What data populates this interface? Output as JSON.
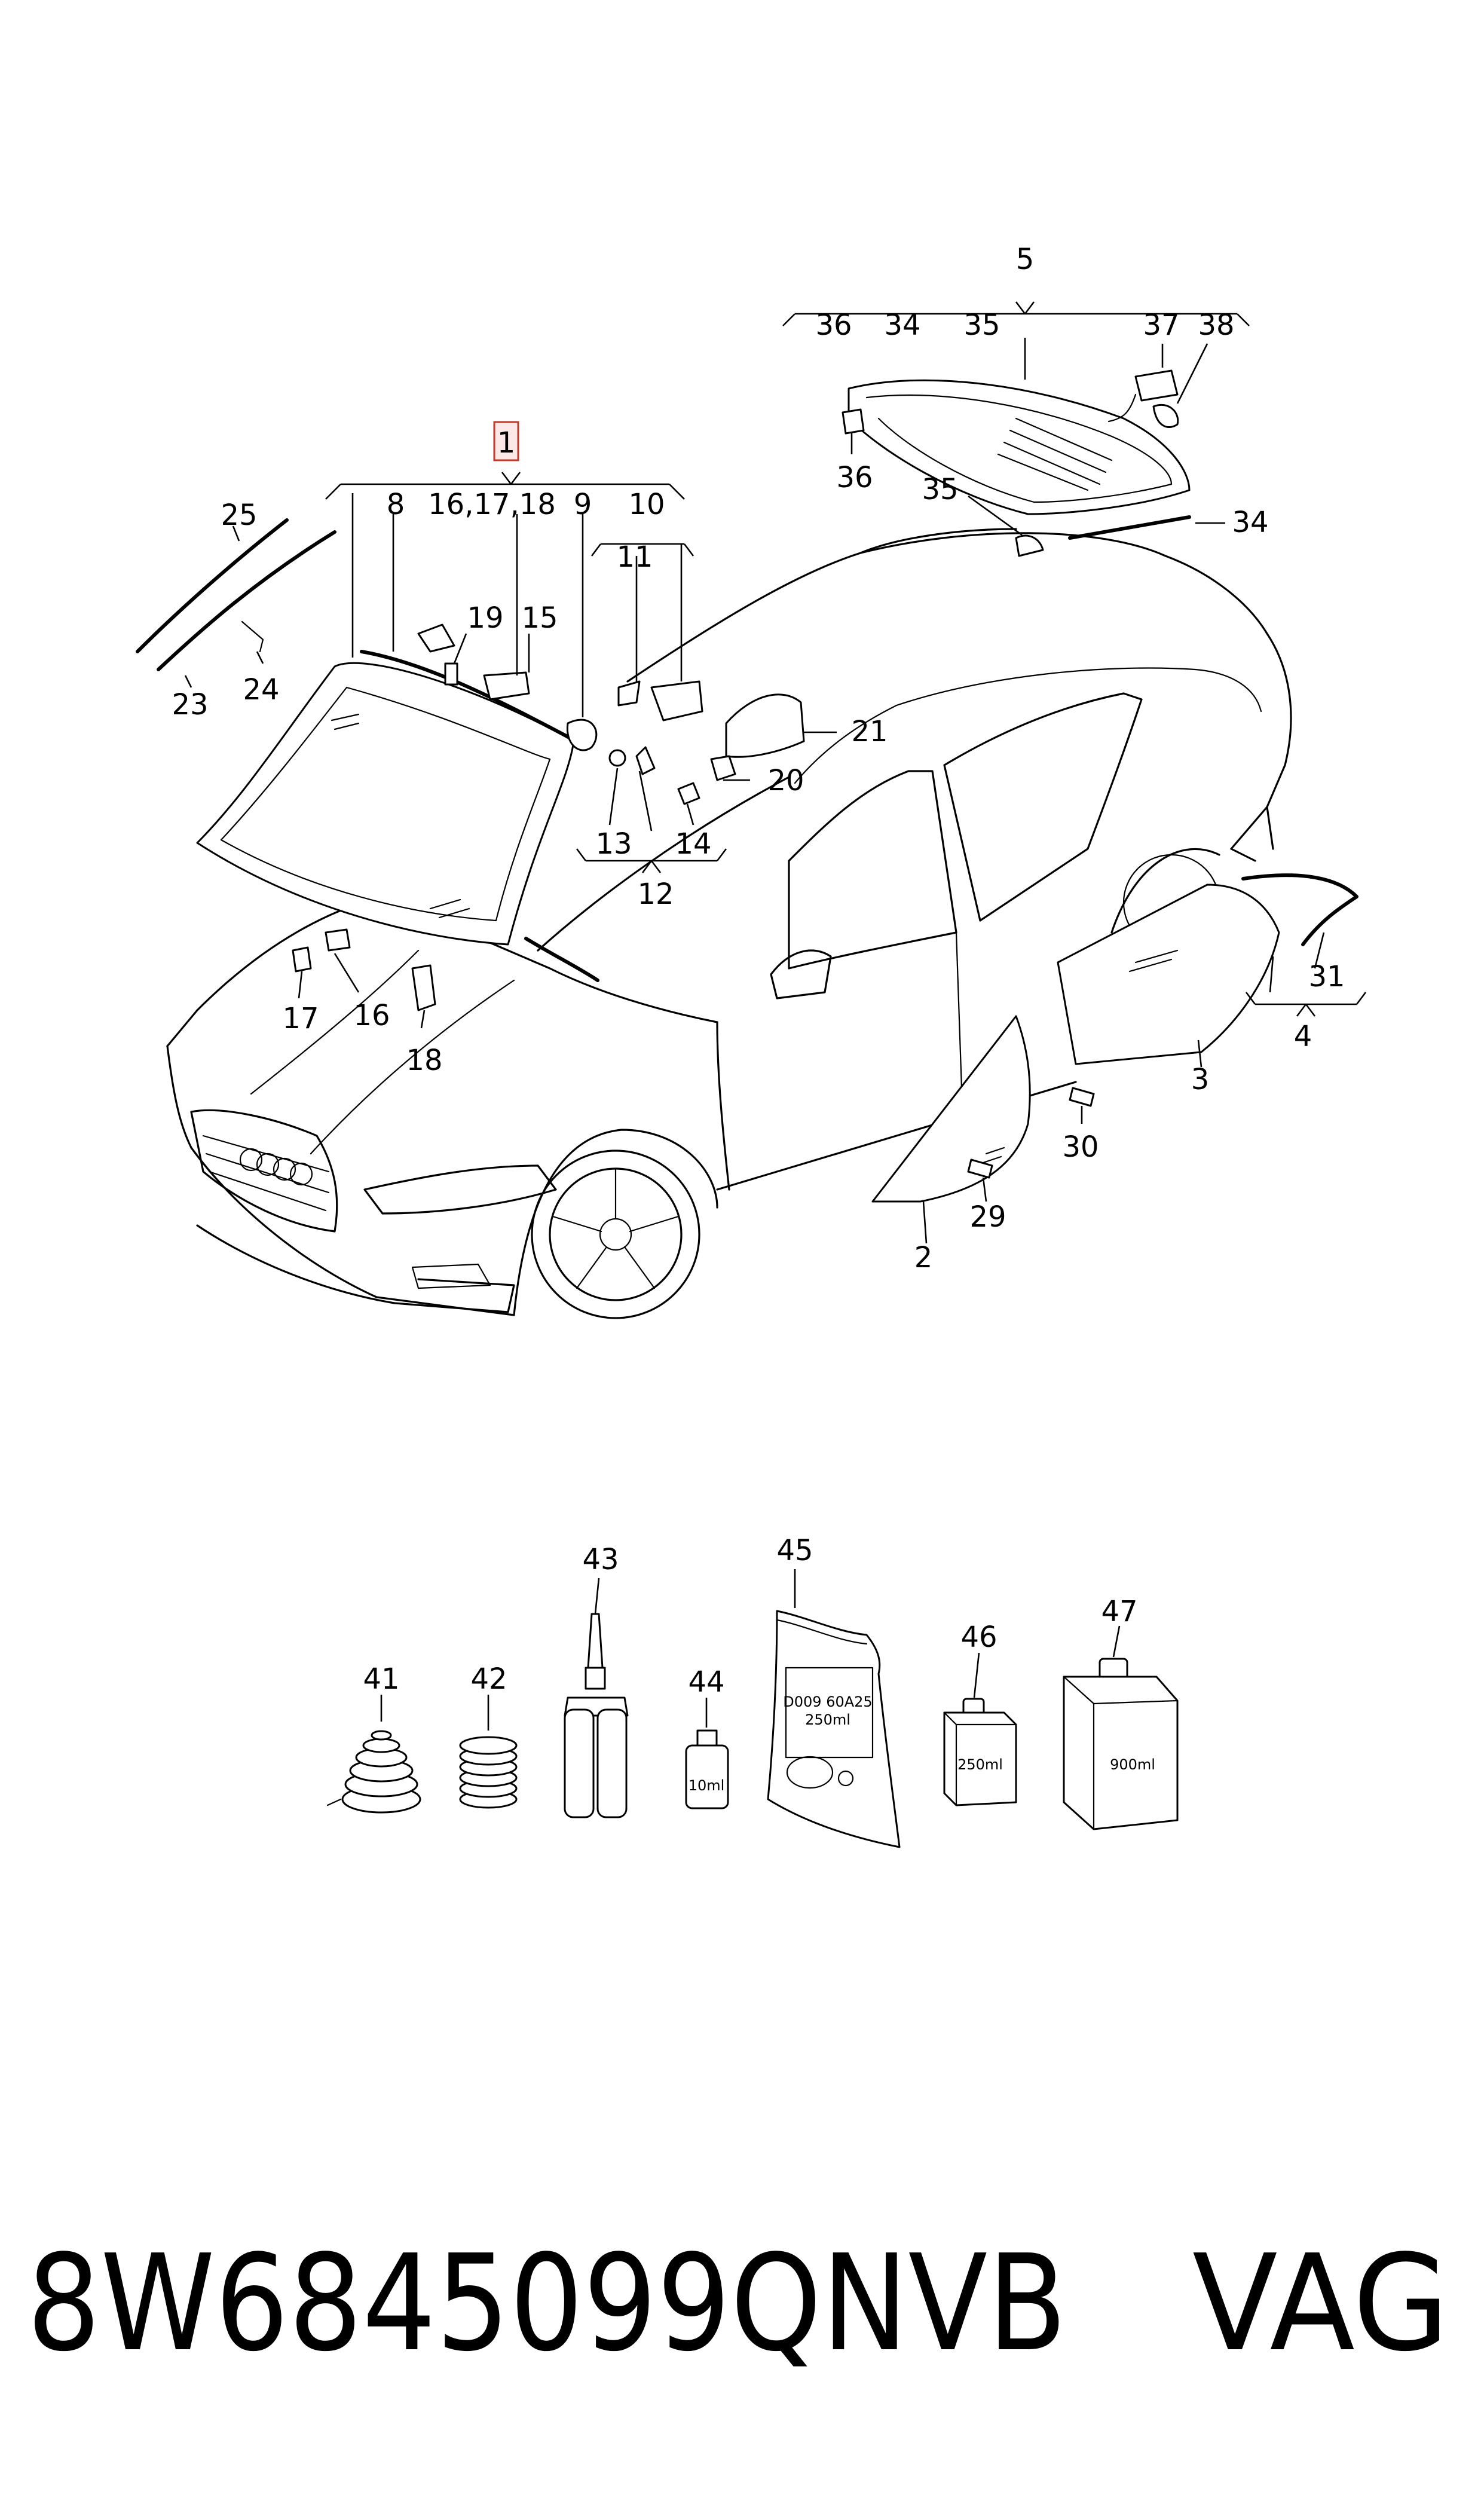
{
  "callouts": {
    "c1": "1",
    "c2": "2",
    "c3": "3",
    "c4": "4",
    "c5": "5",
    "c8": "8",
    "c16_17_18": "16,17,18",
    "c9": "9",
    "c10": "10",
    "c11": "11",
    "c12": "12",
    "c13": "13",
    "c14": "14",
    "c15": "15",
    "c16": "16",
    "c17": "17",
    "c18": "18",
    "c19": "19",
    "c20": "20",
    "c21": "21",
    "c23": "23",
    "c24": "24",
    "c25": "25",
    "c29": "29",
    "c30": "30",
    "c31": "31",
    "c34_top": "34",
    "c34_side": "34",
    "c35_top": "35",
    "c35_side": "35",
    "c36_top": "36",
    "c36_side": "36",
    "c37": "37",
    "c38": "38",
    "c41": "41",
    "c42": "42",
    "c43": "43",
    "c44": "44",
    "c45": "45",
    "c46": "46",
    "c47": "47"
  },
  "package_labels": {
    "bag_line1": "D009 60A25",
    "bag_line2": "250ml",
    "bottle_small": "10ml",
    "bottle_medium": "250ml",
    "bottle_large": "900ml"
  },
  "footer": {
    "part_number": "8W6845099QNVB",
    "brand": "VAG"
  },
  "colors": {
    "line": "#000000",
    "background": "#ffffff",
    "highlight_box_fill": "#fde8e8",
    "highlight_box_border": "#c0392b"
  }
}
